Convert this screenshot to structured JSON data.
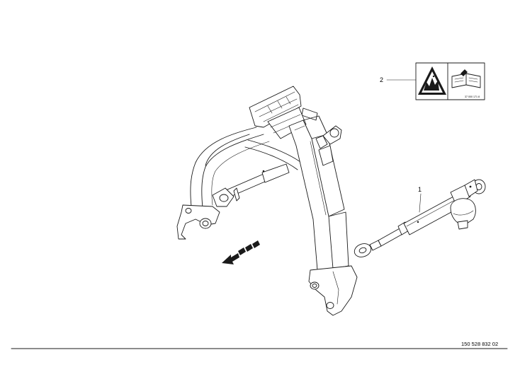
{
  "callouts": [
    {
      "label": "1",
      "part": "gas-strut"
    },
    {
      "label": "2",
      "part": "warning-label"
    }
  ],
  "warning_label": {
    "code": "37 000 171 8",
    "icons": [
      "explosion-warning-icon",
      "read-manual-icon"
    ]
  },
  "drawing_number": "150 528 832 02",
  "colors": {
    "line": "#1a1a1a",
    "background": "#ffffff"
  }
}
